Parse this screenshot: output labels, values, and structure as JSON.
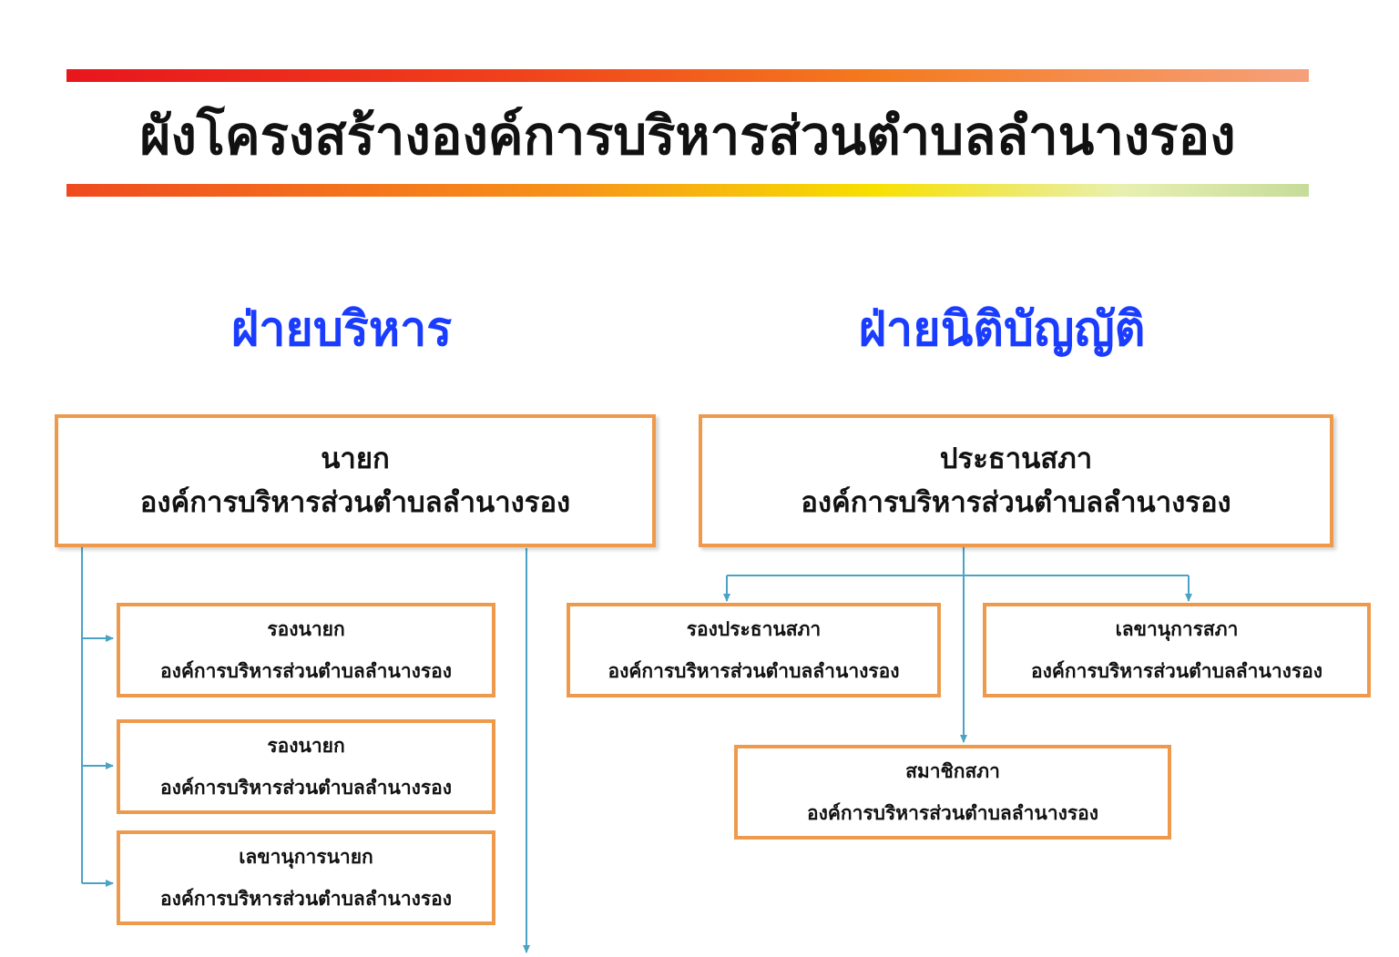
{
  "header": {
    "title": "ผังโครงสร้างองค์การบริหารส่วนตำบลลำนางรอง",
    "bar_top_color": "#e8161d",
    "bar_bottom_color": "#f7e000"
  },
  "sections": {
    "executive": {
      "title": "ฝ่ายบริหาร",
      "head": {
        "role": "นายก",
        "org": "องค์การบริหารส่วนตำบลลำนางรอง"
      },
      "members": [
        {
          "role": "รองนายก",
          "org": "องค์การบริหารส่วนตำบลลำนางรอง"
        },
        {
          "role": "รองนายก",
          "org": "องค์การบริหารส่วนตำบลลำนางรอง"
        },
        {
          "role": "เลขานุการนายก",
          "org": "องค์การบริหารส่วนตำบลลำนางรอง"
        }
      ]
    },
    "legislative": {
      "title": "ฝ่ายนิติบัญญัติ",
      "head": {
        "role": "ประธานสภา",
        "org": "องค์การบริหารส่วนตำบลลำนางรอง"
      },
      "members": [
        {
          "role": "รองประธานสภา",
          "org": "องค์การบริหารส่วนตำบลลำนางรอง"
        },
        {
          "role": "เลขานุการสภา",
          "org": "องค์การบริหารส่วนตำบลลำนางรอง"
        },
        {
          "role": "สมาชิกสภา",
          "org": "องค์การบริหารส่วนตำบลลำนางรอง"
        }
      ]
    }
  },
  "colors": {
    "section_title": "#1a3cff",
    "box_border": "#ee9a4d",
    "connector": "#4aa3c4"
  }
}
